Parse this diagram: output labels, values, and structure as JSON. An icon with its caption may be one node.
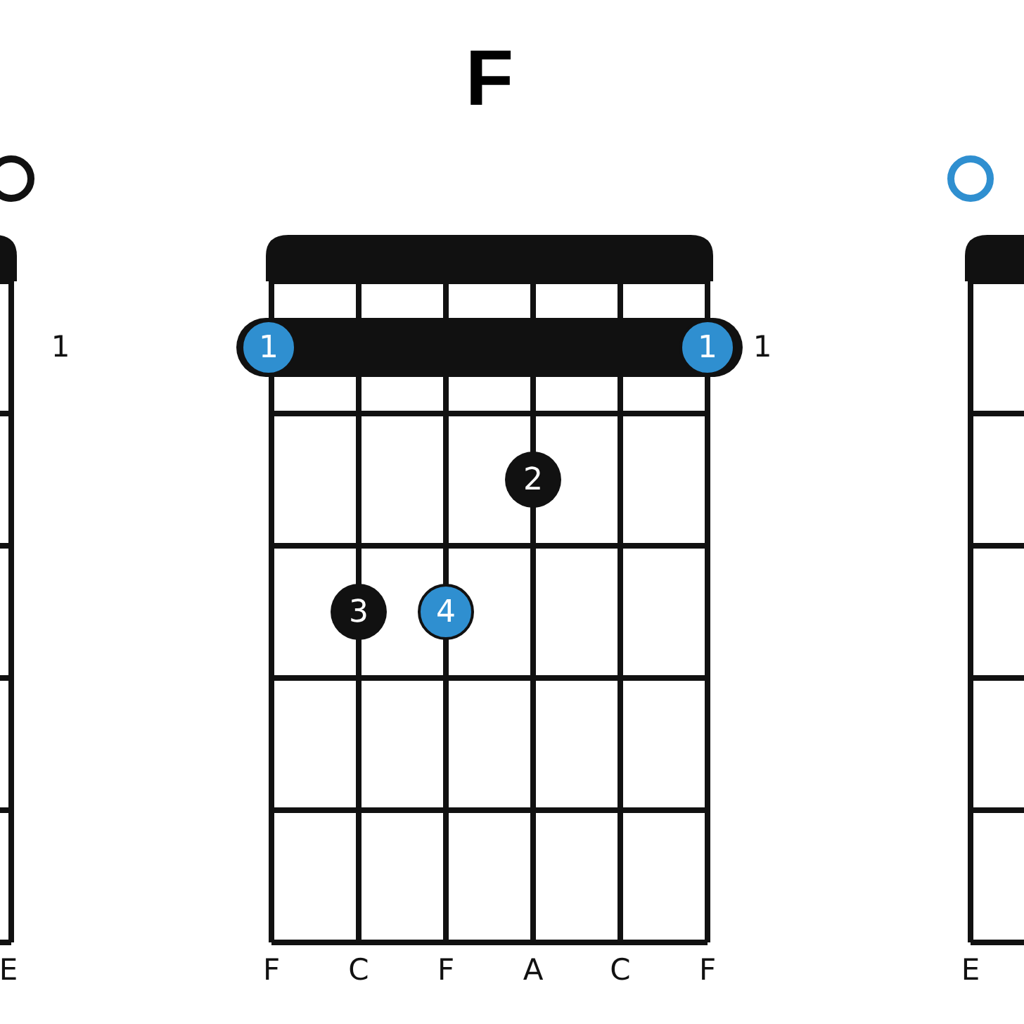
{
  "diagram": {
    "title": "F",
    "nodes": [
      {
        "text": [
          "1"
        ]
      },
      {
        "text": [
          "1"
        ]
      },
      {
        "text": [
          "2"
        ]
      },
      {
        "text": [
          "3"
        ]
      },
      {
        "text": [
          "4"
        ]
      }
    ],
    "labels": [
      "1",
      "1",
      "E",
      "F",
      "C",
      "F",
      "A",
      "C",
      "F",
      "E"
    ]
  }
}
